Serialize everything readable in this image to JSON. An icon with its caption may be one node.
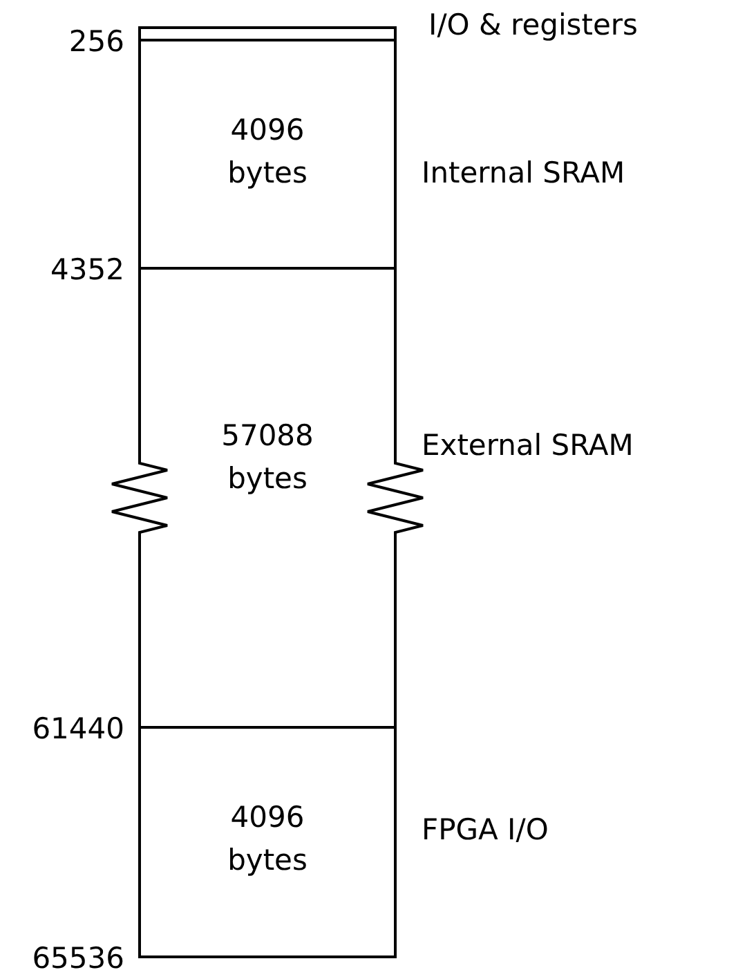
{
  "diagram": {
    "nodes": [
      {
        "text": [],
        "shape": "box",
        "beside": [
          "I/O & registers"
        ]
      },
      {
        "text": [
          "4096 bytes"
        ],
        "beside": [
          "Internal SRAM"
        ]
      },
      {
        "text": [
          "57088 bytes"
        ],
        "beside": [
          "External SRAM"
        ]
      },
      {
        "text": [
          "4096 bytes"
        ],
        "beside": [
          "FPGA I/O"
        ]
      }
    ],
    "edges": [],
    "labels": [
      "256",
      "4352",
      "61440",
      "65536"
    ]
  }
}
